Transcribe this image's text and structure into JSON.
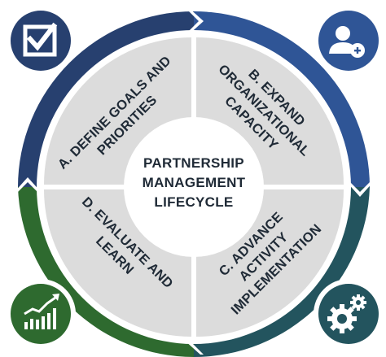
{
  "center": {
    "line1": "PARTNERSHIP",
    "line2": "MANAGEMENT",
    "line3": "LIFECYCLE"
  },
  "quadrants": {
    "a": {
      "line1": "A. DEFINE GOALS AND",
      "line2": "PRIORITIES"
    },
    "b": {
      "line1": "B. EXPAND",
      "line2": "ORGANIZATIONAL",
      "line3": "CAPACITY"
    },
    "c": {
      "line1": "C. ADVANCE",
      "line2": "ACTIVITY",
      "line3": "IMPLEMENTATION"
    },
    "d": {
      "line1": "D. EVALUATE AND",
      "line2": "LEARN"
    }
  },
  "icons": {
    "top_left": "checkbox-icon",
    "top_right": "add-user-icon",
    "bottom_left": "growth-chart-icon",
    "bottom_right": "gears-icon"
  },
  "colors": {
    "navy": "#27406f",
    "blue": "#2f5596",
    "green": "#2e6a2f",
    "teal": "#23545e",
    "quadrant": "#dcdcdc",
    "text": "#1f2a36"
  }
}
